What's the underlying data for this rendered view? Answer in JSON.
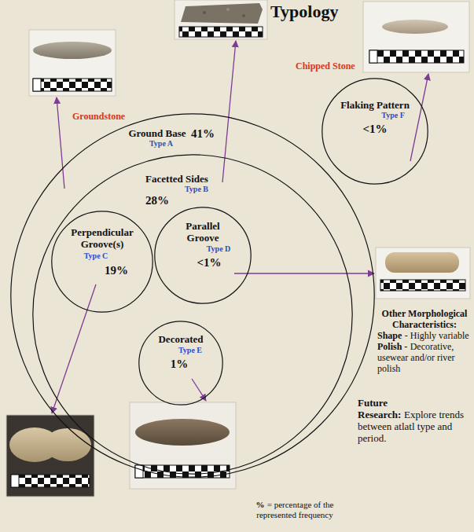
{
  "diagram": {
    "title": "Typology",
    "nodes": [
      {
        "text": [
          "Ground Base",
          "Type A",
          "41%"
        ]
      },
      {
        "text": [
          "Facetted Sides",
          "Type B",
          "28%"
        ],
        "in": 0
      },
      {
        "text": [
          "Perpendicular Groove(s)",
          "Type C",
          "19%"
        ],
        "in": 1
      },
      {
        "text": [
          "Parallel Groove",
          "Type D",
          "<1%"
        ],
        "in": 1
      },
      {
        "text": [
          "Decorated",
          "Type E",
          "1%"
        ],
        "in": 1
      },
      {
        "text": [
          "Flaking Pattern",
          "Type F",
          "<1%"
        ]
      }
    ],
    "labels": [
      "Groundstone",
      "Chipped Stone",
      "Other Morphological Characteristics:",
      "Shape",
      "- Highly variable",
      "Polish -",
      "Decorative, usewear and/or river polish",
      "Future Research:",
      "Explore trends between atlatl type and period.",
      "%",
      "= percentage of the represented frequency"
    ]
  }
}
